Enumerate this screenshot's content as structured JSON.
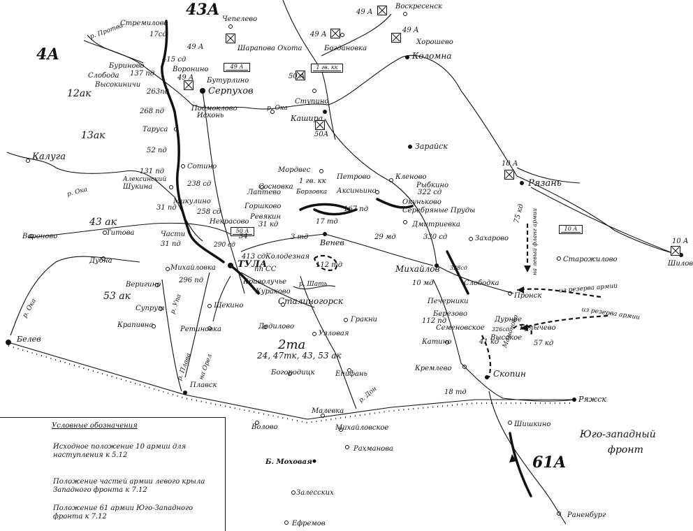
{
  "armies": {
    "a43": "43А",
    "a4": "4А",
    "a61": "61А"
  },
  "corps": {
    "ak12": "12ак",
    "ak13": "13ак",
    "ak43": "43 ак",
    "ak53": "53 ак",
    "ta2": "2та",
    "ta2_units": "24, 47тк, 43, 53 ак"
  },
  "front": {
    "line1": "Юго-западный",
    "line2": "фронт"
  },
  "hq": {
    "h49a_1": "49 А",
    "h49a_2": "49 А",
    "h49a_3": "49 А",
    "h49a_4": "49 А",
    "h49a_5": "49 А",
    "h50a_1": "50 А",
    "h50a_2": "50А",
    "h10a_1": "10 А",
    "h10a_2": "10 А"
  },
  "flags": {
    "f49a": "49 А",
    "f1gk": "1 гв. кк",
    "f50a": "50 А",
    "f10a": "10 А"
  },
  "towns": {
    "voskresensk": "Воскресенск",
    "khoroshevo": "Хорошево",
    "kolomna": "Коломна",
    "bogdanovka": "Богдановка",
    "chepelevo": "Чепелево",
    "stremilovo": "Стремилово",
    "sharapova": "Шарапова Охота",
    "voronino": "Воронино",
    "burinovo": "Буриново",
    "sloboda": "Слобода",
    "vysokinichi": "Высокиничи",
    "butyrlino": "Бутурлино",
    "serpukhov": "Серпухов",
    "podmoklovo": "Подмоклово",
    "iskon": "Исконь",
    "stupino": "Ступино",
    "kashira": "Кашира",
    "zaraysk": "Зарайск",
    "ryazan": "Рязань",
    "shilovo": "Шилово",
    "starozhilovo": "Старожилово",
    "kaluga": "Калуга",
    "tarusa": "Таруса",
    "sotino": "Сотино",
    "alekseevsky": "Алексинский",
    "shukina": "Шукина",
    "mikulino": "Микулино",
    "lapteva": "Лаптево",
    "gorshkovo": "Горшково",
    "revyakin": "Ревякин",
    "nekrasovo": "Некрасово",
    "mordves": "Мордвес",
    "sosnovka": "Сосновка",
    "borzovka": "Борзовка",
    "petrovo": "Петрово",
    "aksinino": "Аксиньино",
    "klenovo": "Кленово",
    "rybkino": "Рыбкино",
    "okunkovo": "Окуньково",
    "serebr": "Серебряные Пруды",
    "dmitrievka": "Дмитриевка",
    "zakharovo": "Захарово",
    "mikhaylov": "Михайлов",
    "slobodka": "Слободка",
    "pronsk": "Пронск",
    "pechernikov": "Печерники",
    "berezovo": "Березово",
    "semenovskoe": "Семеновское",
    "durnoe": "Дурное",
    "vysokoe": "Высокое",
    "bulychevo": "Булычево",
    "katino": "Катино",
    "kremlevo": "Кремлево",
    "skopin": "Скопин",
    "mamonovo": "Мамоново",
    "ryazhsk": "Ряжск",
    "shishkino": "Шишкино",
    "ranenburg": "Раненбург",
    "tula": "ТУЛА",
    "venev": "Венев",
    "kolodeznaya": "Колодезная",
    "krivoluchye": "Криволучье",
    "kurakovo": "Кураково",
    "stalinogorsk": "Сталиногорск",
    "grakni": "Гракни",
    "dedilovo": "Дедилово",
    "uzlovaya": "Узловая",
    "bogoroditsk": "Богородицк",
    "epifan": "Епифань",
    "plavsk": "Плавск",
    "shchekino": "Щекино",
    "retinovka": "Ретиновка",
    "suprut": "Супрут",
    "krapivna": "Крапивна",
    "verigino": "Веригино",
    "dubna": "Дубна",
    "mikhaylovka": "Михайловка",
    "titova": "Титова",
    "voronovo": "Вороново",
    "belev": "Белев",
    "malevka": "Малевка",
    "volovo": "Волово",
    "mikhaylovskoe": "Михайловское",
    "rakhmanova": "Рахманова",
    "mokhovaya": "Б. Моховая",
    "zalesskov": "Залесских",
    "efremov": "Ефремов"
  },
  "rivers": {
    "protva": "р. Протва",
    "oka1": "р. Ока",
    "oka2": "р. Ока",
    "oka3": "р. Ока",
    "upa": "р. Упа",
    "plava": "р. Плава",
    "don": "р. Дон",
    "shat": "р. Шать",
    "oka_ural": "на Орел"
  },
  "units": {
    "sd17": "17сд",
    "sd415": "415 сд",
    "pd137": "137 пд",
    "pd263": "263пд",
    "pd268": "268 пд",
    "pd52": "52 пд",
    "pd131": "131 пд",
    "pd238": "238 сд",
    "pd31a": "31 пд",
    "sd258": "258 сд",
    "kd31": "31 кд",
    "td3": "3 тд",
    "td17": "17 тд",
    "md29": "29 мд",
    "sd330": "330 сд",
    "sd322": "322 сд",
    "td167": "167 пд",
    "md10": "10 мд",
    "td112": "112 тд",
    "td112b": "112 пд",
    "chasti": "Части",
    "pd31b": "31 пд",
    "pd296": "296 пд",
    "pd290": "290 сд",
    "sd413": "413 сд",
    "pp_ss": "пп СС",
    "kd41": "41 кд",
    "kd57": "57 кд",
    "td18": "18 тд",
    "kk1": "1 гв. кк",
    "kd75": "75 кд",
    "sd34": "34",
    "sd328": "328сд",
    "sd326": "326сд"
  },
  "notes": {
    "reserve1": "из резерва армии",
    "reserve2": "из резерва армии",
    "left_flank": "на левый фланг армии"
  },
  "legend": {
    "title": "Условные обозначения",
    "item1": "Исходное положение 10 армии для наступления к 5.12",
    "item2": "Положение частей армии левого крыла Западного фронта к 7.12",
    "item3": "Положение 61 армии Юго-Западного фронта к 7.12"
  }
}
